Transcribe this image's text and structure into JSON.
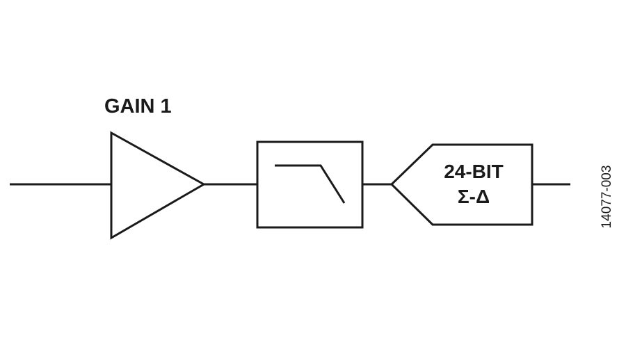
{
  "diagram": {
    "gain_label": "GAIN 1",
    "adc_line1": "24-BIT",
    "adc_line2": "Σ-Δ",
    "figure_id": "14077-003"
  }
}
